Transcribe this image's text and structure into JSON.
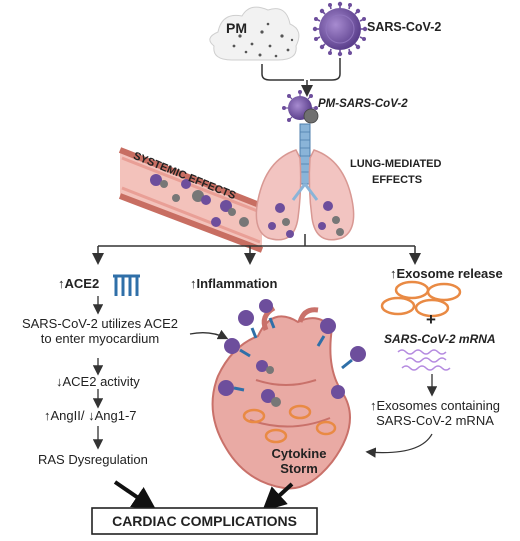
{
  "top": {
    "pm_label": "PM",
    "virus_label": "SARS-CoV-2",
    "complex_label": "PM-SARS-CoV-2"
  },
  "lung": {
    "systemic_label": "SYSTEMIC EFFECTS",
    "lung_label_line1": "LUNG-MEDIATED",
    "lung_label_line2": "EFFECTS"
  },
  "branches": {
    "ace2": {
      "heading_arrow": "↑",
      "heading": "ACE2",
      "step1_line1": "SARS-CoV-2 utilizes ACE2",
      "step1_line2": "to enter myocardium",
      "step2": "↓ACE2 activity",
      "step3": "↑AngII/ ↓Ang1-7",
      "step4": "RAS Dysregulation"
    },
    "inflammation": {
      "heading_arrow": "↑",
      "heading": "Inflammation"
    },
    "exosome": {
      "heading_arrow": "↑",
      "heading": "Exosome release",
      "plus": "+",
      "mrna_label": "SARS-CoV-2 mRNA",
      "result_line1": "↑Exosomes containing",
      "result_line2": "SARS-CoV-2 mRNA"
    }
  },
  "heart": {
    "storm_line1": "Cytokine",
    "storm_line2": "Storm"
  },
  "outcome": {
    "label": "CARDIAC COMPLICATIONS"
  },
  "colors": {
    "virus": "#6d4e9c",
    "virus_light": "#b9a3d8",
    "vessel": "#e99f96",
    "vessel_dark": "#c86e62",
    "exosome": "#e98a44",
    "heart": "#e7a8a2",
    "heart_dark": "#c9716a",
    "receptor": "#2f6fa8",
    "pm": "#555555"
  }
}
